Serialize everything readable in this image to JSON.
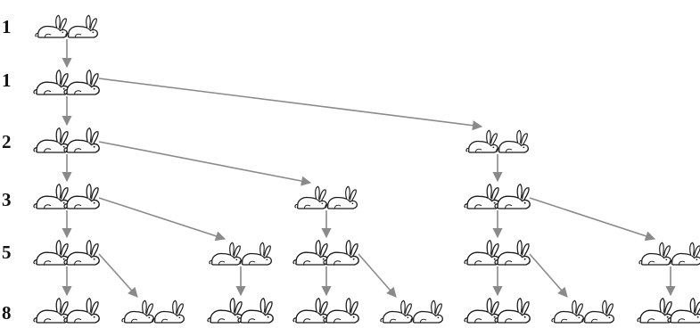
{
  "diagram": {
    "watermark_text": "",
    "generations": [
      {
        "count": "1"
      },
      {
        "count": "1"
      },
      {
        "count": "2"
      },
      {
        "count": "3"
      },
      {
        "count": "5"
      },
      {
        "count": "8"
      }
    ],
    "pairs": [
      {
        "id": "g0-a",
        "row": 0,
        "col": 0,
        "age": "young"
      },
      {
        "id": "g1-a",
        "row": 1,
        "col": 0,
        "age": "adult"
      },
      {
        "id": "g2-a",
        "row": 2,
        "col": 0,
        "age": "adult"
      },
      {
        "id": "g2-b",
        "row": 2,
        "col": 5,
        "age": "young"
      },
      {
        "id": "g3-a",
        "row": 3,
        "col": 0,
        "age": "adult"
      },
      {
        "id": "g3-b",
        "row": 3,
        "col": 3,
        "age": "young"
      },
      {
        "id": "g3-c",
        "row": 3,
        "col": 5,
        "age": "adult"
      },
      {
        "id": "g4-a",
        "row": 4,
        "col": 0,
        "age": "adult"
      },
      {
        "id": "g4-b",
        "row": 4,
        "col": 2,
        "age": "young"
      },
      {
        "id": "g4-c",
        "row": 4,
        "col": 3,
        "age": "adult"
      },
      {
        "id": "g4-d",
        "row": 4,
        "col": 5,
        "age": "adult"
      },
      {
        "id": "g4-e",
        "row": 4,
        "col": 7,
        "age": "young"
      },
      {
        "id": "g5-a",
        "row": 5,
        "col": 0,
        "age": "adult"
      },
      {
        "id": "g5-b",
        "row": 5,
        "col": 1,
        "age": "young"
      },
      {
        "id": "g5-c",
        "row": 5,
        "col": 2,
        "age": "adult"
      },
      {
        "id": "g5-d",
        "row": 5,
        "col": 3,
        "age": "adult"
      },
      {
        "id": "g5-e",
        "row": 5,
        "col": 4,
        "age": "young"
      },
      {
        "id": "g5-f",
        "row": 5,
        "col": 5,
        "age": "adult"
      },
      {
        "id": "g5-g",
        "row": 5,
        "col": 6,
        "age": "young"
      },
      {
        "id": "g5-h",
        "row": 5,
        "col": 7,
        "age": "adult"
      }
    ],
    "links": [
      {
        "from": "g0-a",
        "to": "g1-a",
        "kind": "grow"
      },
      {
        "from": "g1-a",
        "to": "g2-a",
        "kind": "grow"
      },
      {
        "from": "g1-a",
        "to": "g2-b",
        "kind": "birth"
      },
      {
        "from": "g2-a",
        "to": "g3-a",
        "kind": "grow"
      },
      {
        "from": "g2-a",
        "to": "g3-b",
        "kind": "birth"
      },
      {
        "from": "g2-b",
        "to": "g3-c",
        "kind": "grow"
      },
      {
        "from": "g3-a",
        "to": "g4-a",
        "kind": "grow"
      },
      {
        "from": "g3-a",
        "to": "g4-b",
        "kind": "birth"
      },
      {
        "from": "g3-b",
        "to": "g4-c",
        "kind": "grow"
      },
      {
        "from": "g3-c",
        "to": "g4-d",
        "kind": "grow"
      },
      {
        "from": "g3-c",
        "to": "g4-e",
        "kind": "birth"
      },
      {
        "from": "g4-a",
        "to": "g5-a",
        "kind": "grow"
      },
      {
        "from": "g4-a",
        "to": "g5-b",
        "kind": "birth"
      },
      {
        "from": "g4-b",
        "to": "g5-c",
        "kind": "grow"
      },
      {
        "from": "g4-c",
        "to": "g5-d",
        "kind": "grow"
      },
      {
        "from": "g4-c",
        "to": "g5-e",
        "kind": "birth"
      },
      {
        "from": "g4-d",
        "to": "g5-f",
        "kind": "grow"
      },
      {
        "from": "g4-d",
        "to": "g5-g",
        "kind": "birth"
      },
      {
        "from": "g4-e",
        "to": "g5-h",
        "kind": "grow"
      }
    ],
    "colors": {
      "arrow": "#8a8a8a",
      "label": "#111111",
      "rabbit_stroke": "#1a1a1a"
    },
    "icons": [
      "rabbit-pair-icon",
      "arrow-icon"
    ]
  }
}
